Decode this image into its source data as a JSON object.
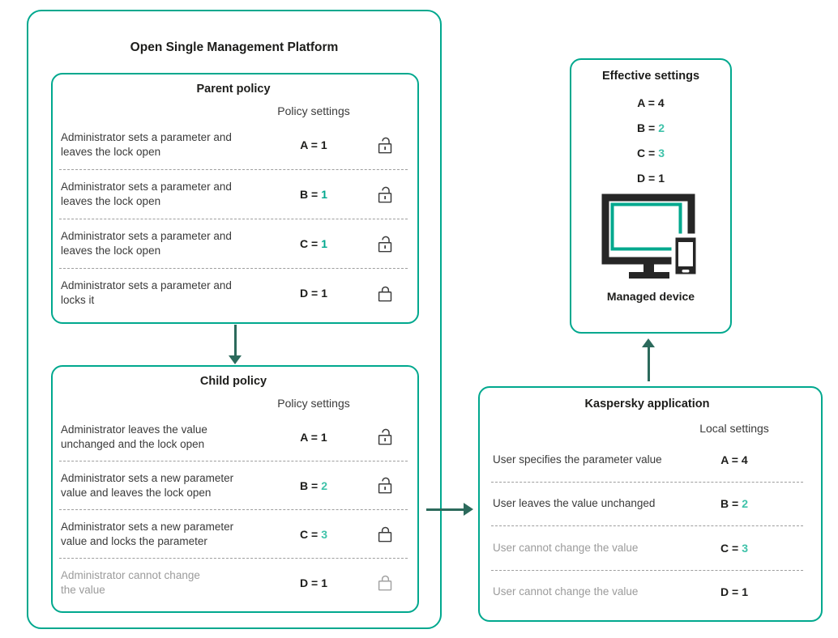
{
  "colors": {
    "teal": "#00a88e",
    "tealLight": "#3ec2a9",
    "arrow": "#2c6a5c",
    "ink": "#1d1d1b",
    "body": "#3a3a3a",
    "muted": "#9b9b9b",
    "dash": "#9e9e9e",
    "lock": "#3c3c3c",
    "deviceDark": "#262626"
  },
  "platform": {
    "title": "Open Single Management Platform",
    "parent": {
      "title": "Parent policy",
      "header": "Policy settings",
      "rows": [
        {
          "text": "Administrator sets a parameter and\nleaves the lock open",
          "label": "A =",
          "value": "1",
          "teal": "none",
          "lock": "open",
          "muted": false
        },
        {
          "text": "Administrator sets a parameter and\nleaves the lock open",
          "label": "B =",
          "value": "1",
          "teal": "strong",
          "lock": "open",
          "muted": false
        },
        {
          "text": "Administrator sets a parameter and\nleaves the lock open",
          "label": "C =",
          "value": "1",
          "teal": "strong",
          "lock": "open",
          "muted": false
        },
        {
          "text": "Administrator sets a parameter and\nlocks it",
          "label": "D =",
          "value": "1",
          "teal": "none",
          "lock": "closed",
          "muted": false
        }
      ]
    },
    "child": {
      "title": "Child policy",
      "header": "Policy settings",
      "rows": [
        {
          "text": "Administrator leaves the value\nunchanged  and the lock open",
          "label": "A =",
          "value": "1",
          "teal": "none",
          "lock": "open",
          "muted": false
        },
        {
          "text": "Administrator sets a new parameter\nvalue and leaves the lock open",
          "label": "B =",
          "value": "2",
          "teal": "light",
          "lock": "open",
          "muted": false
        },
        {
          "text": "Administrator sets a new parameter\nvalue and locks the parameter",
          "label": "C =",
          "value": "3",
          "teal": "light",
          "lock": "closed",
          "muted": false
        },
        {
          "text": "Administrator cannot change\nthe value",
          "label": "D =",
          "value": "1",
          "teal": "none",
          "lock": "closed",
          "muted": true
        }
      ]
    }
  },
  "application": {
    "title": "Kaspersky application",
    "header": "Local settings",
    "rows": [
      {
        "text": "User specifies the parameter value",
        "label": "A =",
        "value": "4",
        "teal": "none",
        "muted": false
      },
      {
        "text": "User leaves the value unchanged",
        "label": "B =",
        "value": "2",
        "teal": "light",
        "muted": false
      },
      {
        "text": "User cannot change the value",
        "label": "C =",
        "value": "3",
        "teal": "light",
        "muted": true
      },
      {
        "text": "User cannot change the value",
        "label": "D =",
        "value": "1",
        "teal": "none",
        "muted": true
      }
    ]
  },
  "effective": {
    "title": "Effective settings",
    "values": [
      {
        "label": "A =",
        "value": "4",
        "teal": "none"
      },
      {
        "label": "B =",
        "value": "2",
        "teal": "light"
      },
      {
        "label": "C =",
        "value": "3",
        "teal": "light"
      },
      {
        "label": "D =",
        "value": "1",
        "teal": "none"
      }
    ],
    "device_label": "Managed device"
  }
}
